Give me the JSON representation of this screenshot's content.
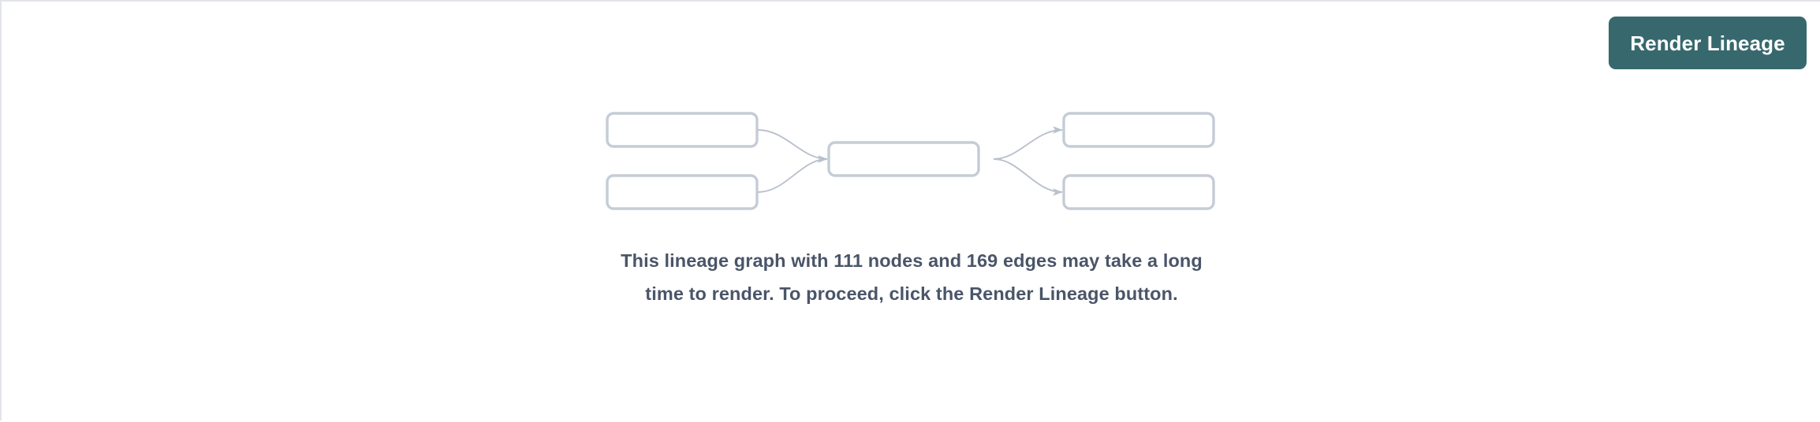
{
  "panel": {
    "background_color": "#ffffff",
    "border_color": "#e2e4e8"
  },
  "toolbar": {
    "render_lineage_label": "Render Lineage",
    "button_color": "#37686d",
    "button_text_color": "#ffffff"
  },
  "empty_state": {
    "message": "This lineage graph with 111 nodes and 169 edges may take a long time to render. To proceed, click the Render Lineage button.",
    "message_color": "#4a5568",
    "node_count": 111,
    "edge_count": 169,
    "graphic": {
      "icon_name": "lineage-graph-placeholder-icon",
      "stroke_color": "#c5ccd6",
      "fill_color": "#ffffff",
      "edge_color": "#b9c1cd",
      "node_count": 5,
      "edge_count": 4
    }
  }
}
